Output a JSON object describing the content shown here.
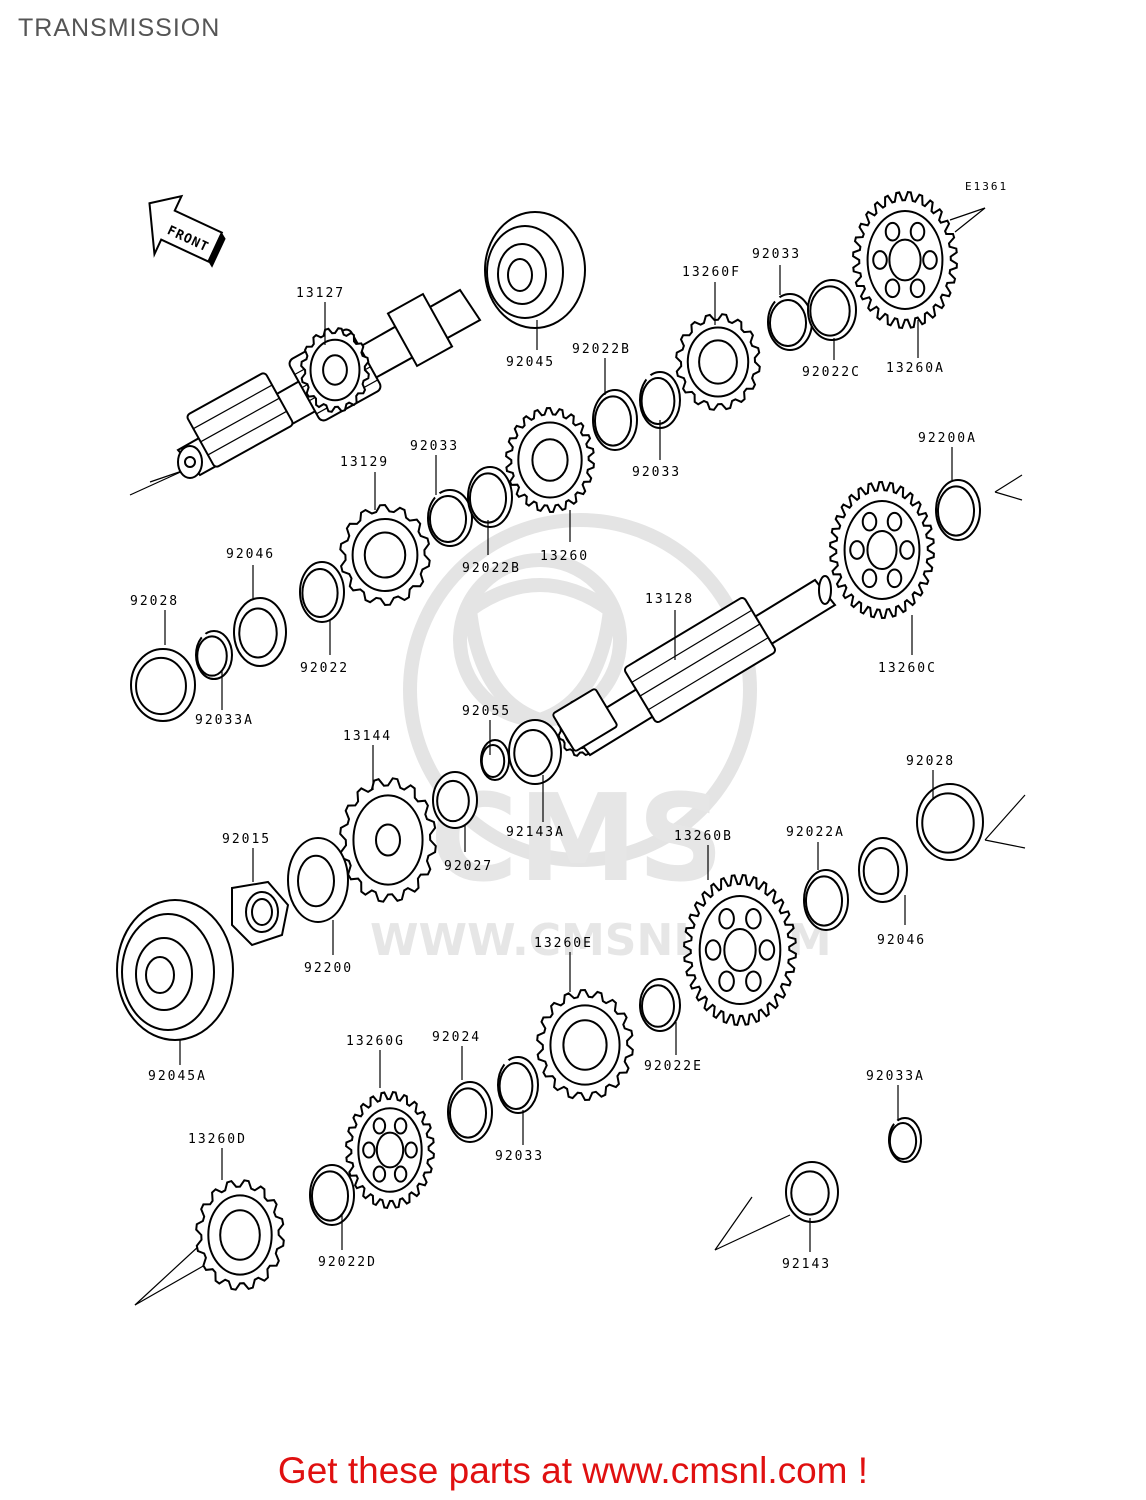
{
  "title": "TRANSMISSION",
  "diagram_code": "E1361",
  "front_label": "FRONT",
  "watermark": {
    "brand": "CMS",
    "url": "WWW.CMSNL.COM"
  },
  "banner": "Get these parts at www.cmsnl.com !",
  "parts": [
    {
      "id": "p13127",
      "label": "13127"
    },
    {
      "id": "p92045",
      "label": "92045"
    },
    {
      "id": "p13260F",
      "label": "13260F"
    },
    {
      "id": "p92033_top",
      "label": "92033"
    },
    {
      "id": "p92022C",
      "label": "92022C"
    },
    {
      "id": "p13260A",
      "label": "13260A"
    },
    {
      "id": "p92022B_top",
      "label": "92022B"
    },
    {
      "id": "p92033_r2",
      "label": "92033"
    },
    {
      "id": "p92033_mid",
      "label": "92033"
    },
    {
      "id": "p13129",
      "label": "13129"
    },
    {
      "id": "p92022B_mid",
      "label": "92022B"
    },
    {
      "id": "p13260",
      "label": "13260"
    },
    {
      "id": "p92200A",
      "label": "92200A"
    },
    {
      "id": "p92046_l",
      "label": "92046"
    },
    {
      "id": "p92028_l",
      "label": "92028"
    },
    {
      "id": "p92022",
      "label": "92022"
    },
    {
      "id": "p92033A_l",
      "label": "92033A"
    },
    {
      "id": "p13128",
      "label": "13128"
    },
    {
      "id": "p13260C",
      "label": "13260C"
    },
    {
      "id": "p92055",
      "label": "92055"
    },
    {
      "id": "p13144",
      "label": "13144"
    },
    {
      "id": "p92143A",
      "label": "92143A"
    },
    {
      "id": "p92027",
      "label": "92027"
    },
    {
      "id": "p92015",
      "label": "92015"
    },
    {
      "id": "p13260B",
      "label": "13260B"
    },
    {
      "id": "p92022A",
      "label": "92022A"
    },
    {
      "id": "p92028_r",
      "label": "92028"
    },
    {
      "id": "p92046_r",
      "label": "92046"
    },
    {
      "id": "p92200",
      "label": "92200"
    },
    {
      "id": "p13260E",
      "label": "13260E"
    },
    {
      "id": "p92045A",
      "label": "92045A"
    },
    {
      "id": "p13260G",
      "label": "13260G"
    },
    {
      "id": "p92024",
      "label": "92024"
    },
    {
      "id": "p92022E",
      "label": "92022E"
    },
    {
      "id": "p92033_bot",
      "label": "92033"
    },
    {
      "id": "p92033A_r",
      "label": "92033A"
    },
    {
      "id": "p13260D",
      "label": "13260D"
    },
    {
      "id": "p92022D",
      "label": "92022D"
    },
    {
      "id": "p92143",
      "label": "92143"
    }
  ]
}
